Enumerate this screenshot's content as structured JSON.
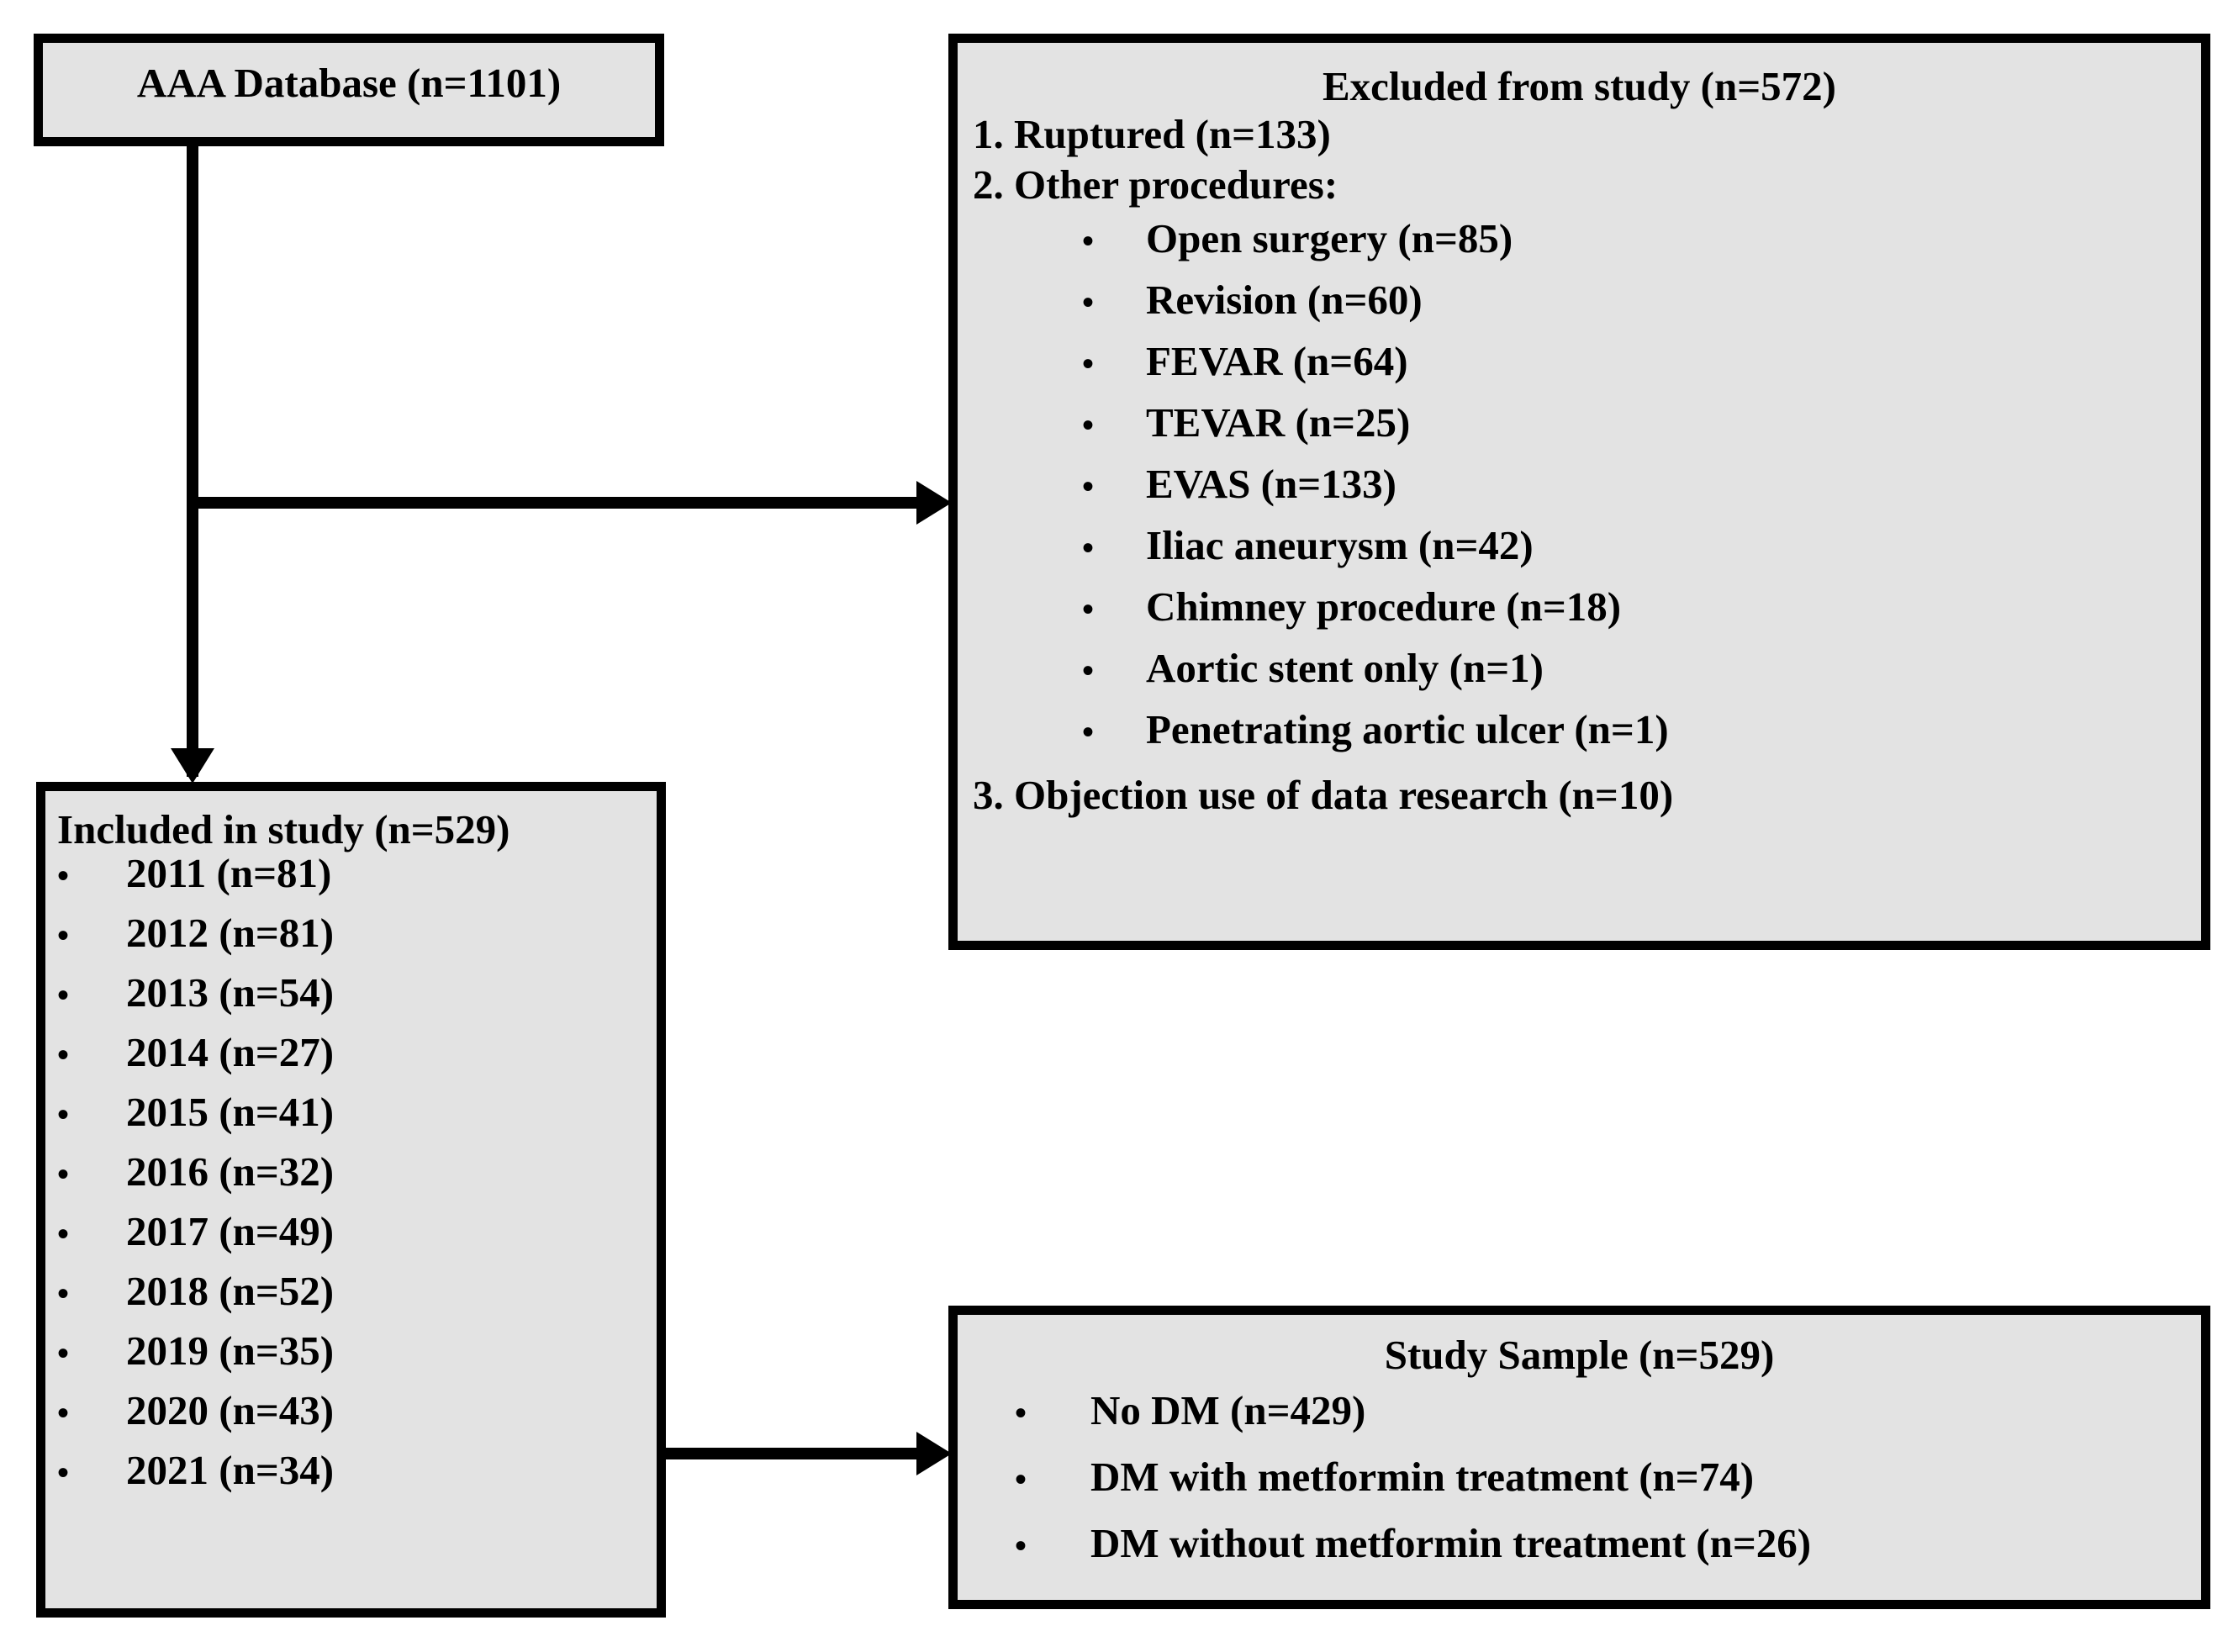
{
  "diagram": {
    "title": "AAA study participant flowchart",
    "box_fill": "#e3e3e3",
    "box_border": "#000000",
    "page_background": "#ffffff"
  },
  "source_box": {
    "title": "AAA Database (n=1101)"
  },
  "excluded_box": {
    "title": "Excluded from study (n=572)",
    "item1": "1. Ruptured (n=133)",
    "item2": "2. Other procedures:",
    "procedures": [
      "Open surgery (n=85)",
      "Revision (n=60)",
      "FEVAR (n=64)",
      "TEVAR (n=25)",
      "EVAS (n=133)",
      "Iliac aneurysm (n=42)",
      "Chimney procedure (n=18)",
      "Aortic stent only (n=1)",
      "Penetrating aortic ulcer (n=1)"
    ],
    "item3": "3. Objection use of data research (n=10)"
  },
  "included_box": {
    "title": "Included in study (n=529)",
    "years": [
      "2011 (n=81)",
      "2012 (n=81)",
      "2013 (n=54)",
      "2014 (n=27)",
      "2015 (n=41)",
      "2016 (n=32)",
      "2017 (n=49)",
      "2018 (n=52)",
      "2019 (n=35)",
      "2020 (n=43)",
      "2021 (n=34)"
    ]
  },
  "sample_box": {
    "title": "Study Sample (n=529)",
    "groups": [
      "No DM (n=429)",
      "DM with metformin treatment (n=74)",
      "DM without metformin treatment (n=26)"
    ]
  },
  "bullet_glyph": "•",
  "chart_data": {
    "type": "table",
    "title": "AAA study participant flow",
    "nodes": [
      {
        "id": "source",
        "label": "AAA Database",
        "n": 1101
      },
      {
        "id": "excluded",
        "label": "Excluded from study",
        "n": 572
      },
      {
        "id": "included",
        "label": "Included in study",
        "n": 529
      },
      {
        "id": "sample",
        "label": "Study Sample",
        "n": 529
      }
    ],
    "edges": [
      {
        "from": "source",
        "to": "excluded"
      },
      {
        "from": "source",
        "to": "included"
      },
      {
        "from": "included",
        "to": "sample"
      }
    ],
    "exclusion_reasons": {
      "Ruptured": 133,
      "Open surgery": 85,
      "Revision": 60,
      "FEVAR": 64,
      "TEVAR": 25,
      "EVAS": 133,
      "Iliac aneurysm": 42,
      "Chimney procedure": 18,
      "Aortic stent only": 1,
      "Penetrating aortic ulcer": 1,
      "Objection use of data research": 10
    },
    "inclusion_by_year": {
      "2011": 81,
      "2012": 81,
      "2013": 54,
      "2014": 27,
      "2015": 41,
      "2016": 32,
      "2017": 49,
      "2018": 52,
      "2019": 35,
      "2020": 43,
      "2021": 34
    },
    "sample_groups": {
      "No DM": 429,
      "DM with metformin treatment": 74,
      "DM without metformin treatment": 26
    }
  }
}
